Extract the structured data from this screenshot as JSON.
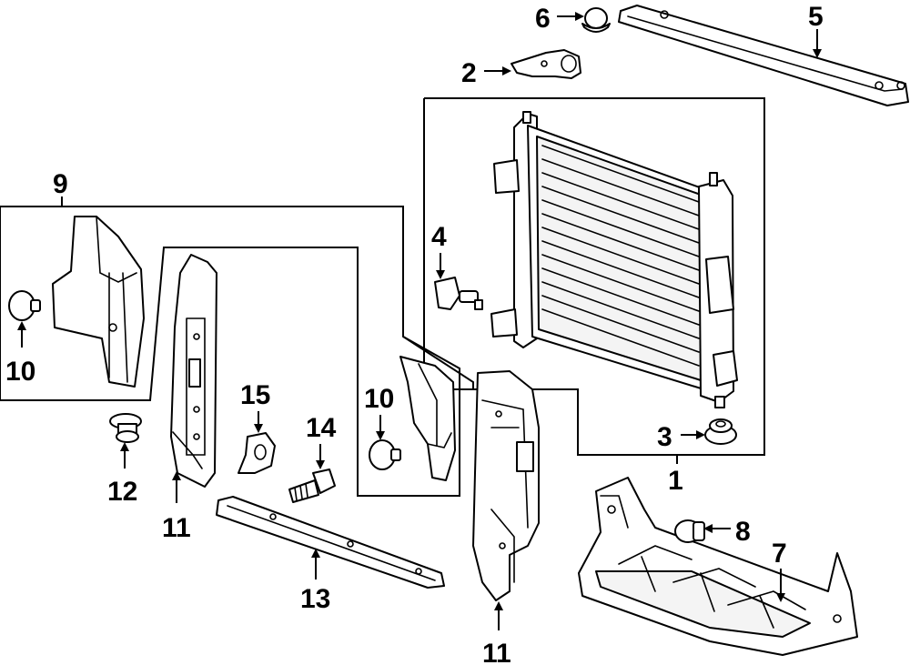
{
  "diagram": {
    "callouts": [
      {
        "id": "c1",
        "label": "1"
      },
      {
        "id": "c2",
        "label": "2"
      },
      {
        "id": "c3",
        "label": "3"
      },
      {
        "id": "c4",
        "label": "4"
      },
      {
        "id": "c5",
        "label": "5"
      },
      {
        "id": "c6",
        "label": "6"
      },
      {
        "id": "c7",
        "label": "7"
      },
      {
        "id": "c8",
        "label": "8"
      },
      {
        "id": "c9",
        "label": "9"
      },
      {
        "id": "c10a",
        "label": "10"
      },
      {
        "id": "c10b",
        "label": "10"
      },
      {
        "id": "c11a",
        "label": "11"
      },
      {
        "id": "c11b",
        "label": "11"
      },
      {
        "id": "c12",
        "label": "12"
      },
      {
        "id": "c13",
        "label": "13"
      },
      {
        "id": "c14",
        "label": "14"
      },
      {
        "id": "c15",
        "label": "15"
      }
    ]
  }
}
